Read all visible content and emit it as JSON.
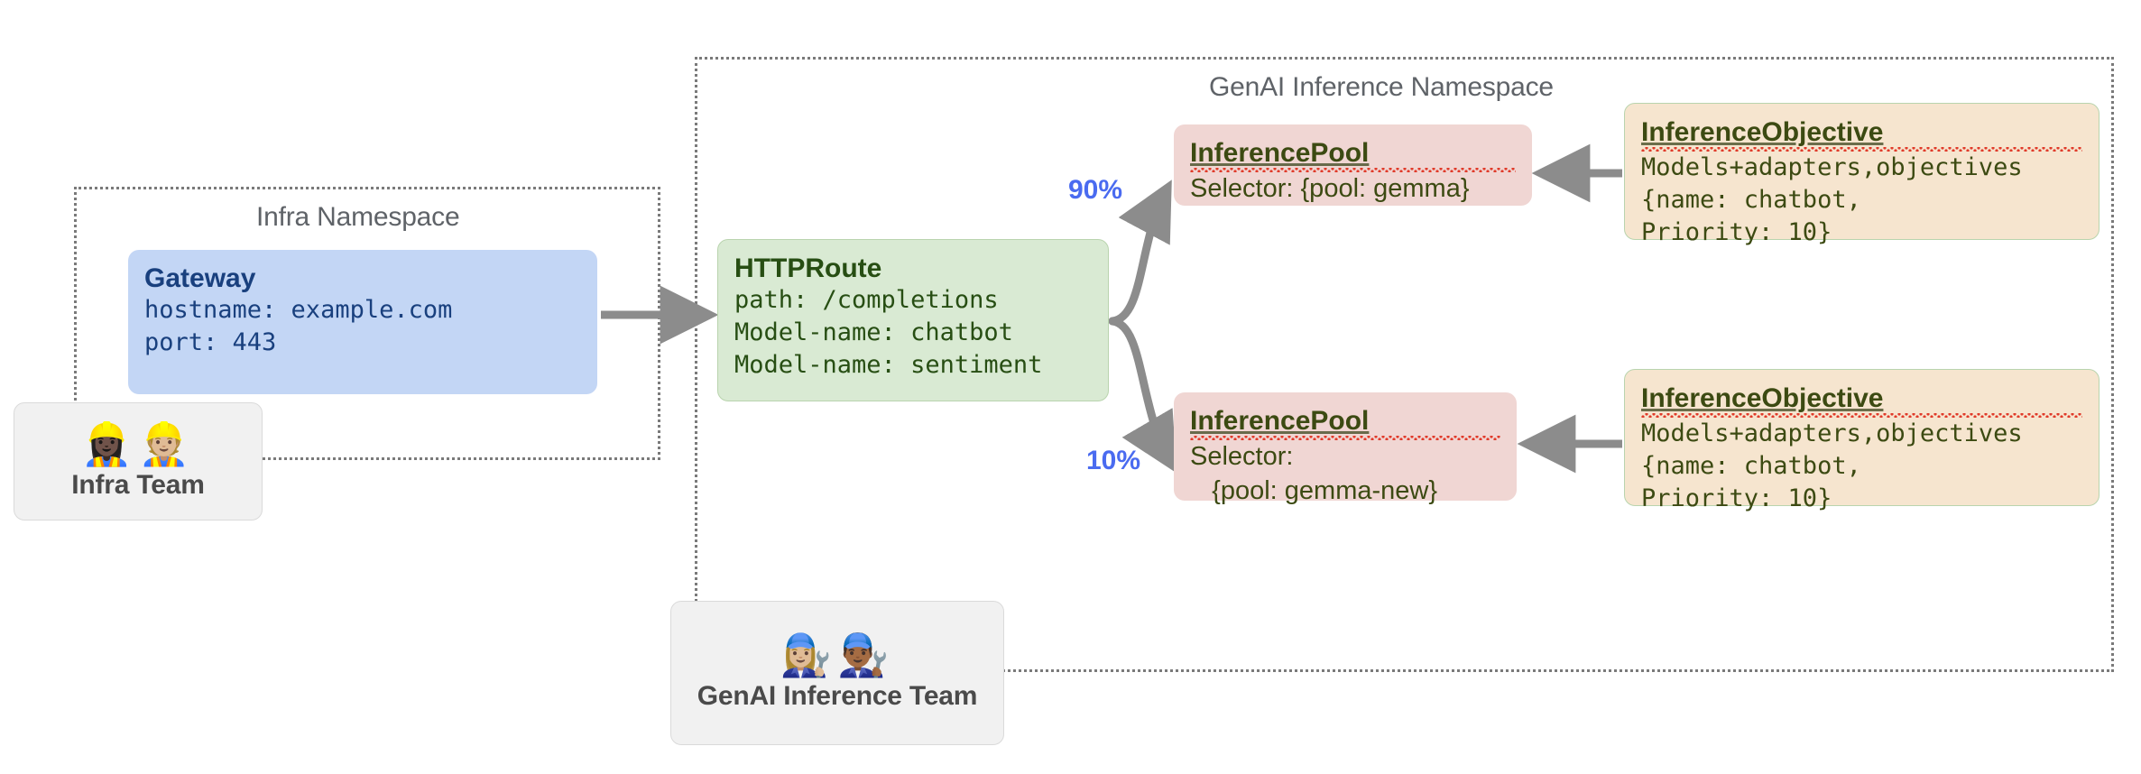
{
  "diagram": {
    "title": "Gateway API Inference Extension architecture",
    "colors": {
      "gateway_fill": "#c3d6f5",
      "gateway_text": "#19407e",
      "httproute_fill": "#d9ead3",
      "httproute_text": "#274e13",
      "inferencepool_fill": "#f0d6d3",
      "inferenceobjective_fill": "#f6e5cf",
      "resource_text": "#3c4a12",
      "percent_label": "#4a6bf0",
      "namespace_border": "#7a7a7a",
      "arrow": "#8c8c8c",
      "team_card_fill": "#f1f1f1",
      "spellcheck_underline": "#e03b2a"
    }
  },
  "namespaces": [
    {
      "id": "infra",
      "label": "Infra Namespace"
    },
    {
      "id": "genai",
      "label": "GenAI Inference Namespace"
    }
  ],
  "nodes": {
    "gateway": {
      "title": "Gateway",
      "lines": [
        "hostname: example.com",
        "port: 443"
      ]
    },
    "httproute": {
      "title": "HTTPRoute",
      "lines": [
        "path: /completions",
        "Model-name: chatbot",
        "Model-name: sentiment"
      ]
    },
    "pool_gemma": {
      "title": "InferencePool",
      "lines": [
        "Selector: {pool: gemma}"
      ]
    },
    "pool_gemma_new": {
      "title": "InferencePool",
      "lines": [
        "Selector:",
        "   {pool: gemma-new}"
      ]
    },
    "objective_1": {
      "title": "InferenceObjective",
      "lines": [
        "Models+adapters,objectives",
        "{name: chatbot,",
        "Priority: 10}"
      ]
    },
    "objective_2": {
      "title": "InferenceObjective",
      "lines": [
        "Models+adapters,objectives",
        "{name: chatbot,",
        "Priority: 10}"
      ]
    }
  },
  "teams": [
    {
      "id": "infra-team",
      "label": "Infra Team",
      "emoji": "👷🏿‍♀️👷🏼"
    },
    {
      "id": "genai-team",
      "label": "GenAI Inference Team",
      "emoji": "👩🏼‍🔧👨🏾‍🔧"
    }
  ],
  "traffic_split": [
    {
      "id": "split-90",
      "label": "90%",
      "target": "InferencePool {pool: gemma}"
    },
    {
      "id": "split-10",
      "label": "10%",
      "target": "InferencePool {pool: gemma-new}"
    }
  ]
}
